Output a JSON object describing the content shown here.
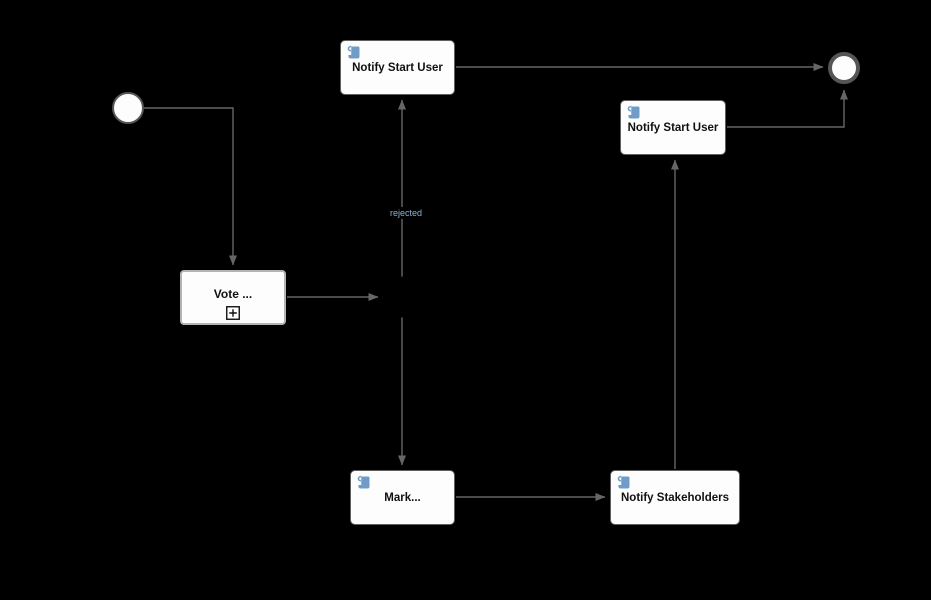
{
  "diagram": {
    "type": "bpmn-process-diagram"
  },
  "colors": {
    "background": "#000000",
    "node_fill": "#fdfdfd",
    "task_border": "#606060",
    "subprocess_border": "#b3b3b3",
    "event_border": "#555555",
    "edge": "#666666",
    "edge_label": "#8fb4d9",
    "task_text": "#111111",
    "script_icon": "#6f9dc8",
    "gateway_fill": "#000000"
  },
  "nodes": {
    "start_event": {
      "type": "start-event"
    },
    "task_notify_start_user_top": {
      "type": "script-task",
      "label": "Notify Start User",
      "icon": "script-icon"
    },
    "task_notify_start_user_right": {
      "type": "script-task",
      "label": "Notify Start User",
      "icon": "script-icon"
    },
    "subprocess_vote": {
      "type": "collapsed-subprocess",
      "label": "Vote ...",
      "marker": "plus-expand-marker"
    },
    "task_mark": {
      "type": "script-task",
      "label": "Mark...",
      "icon": "script-icon"
    },
    "task_notify_stakeholders": {
      "type": "script-task",
      "label": "Notify Stakeholders",
      "icon": "script-icon"
    },
    "gateway": {
      "type": "gateway"
    },
    "end_event": {
      "type": "end-event"
    }
  },
  "edges": {
    "gateway_to_notify_top": {
      "label": "rejected"
    }
  }
}
